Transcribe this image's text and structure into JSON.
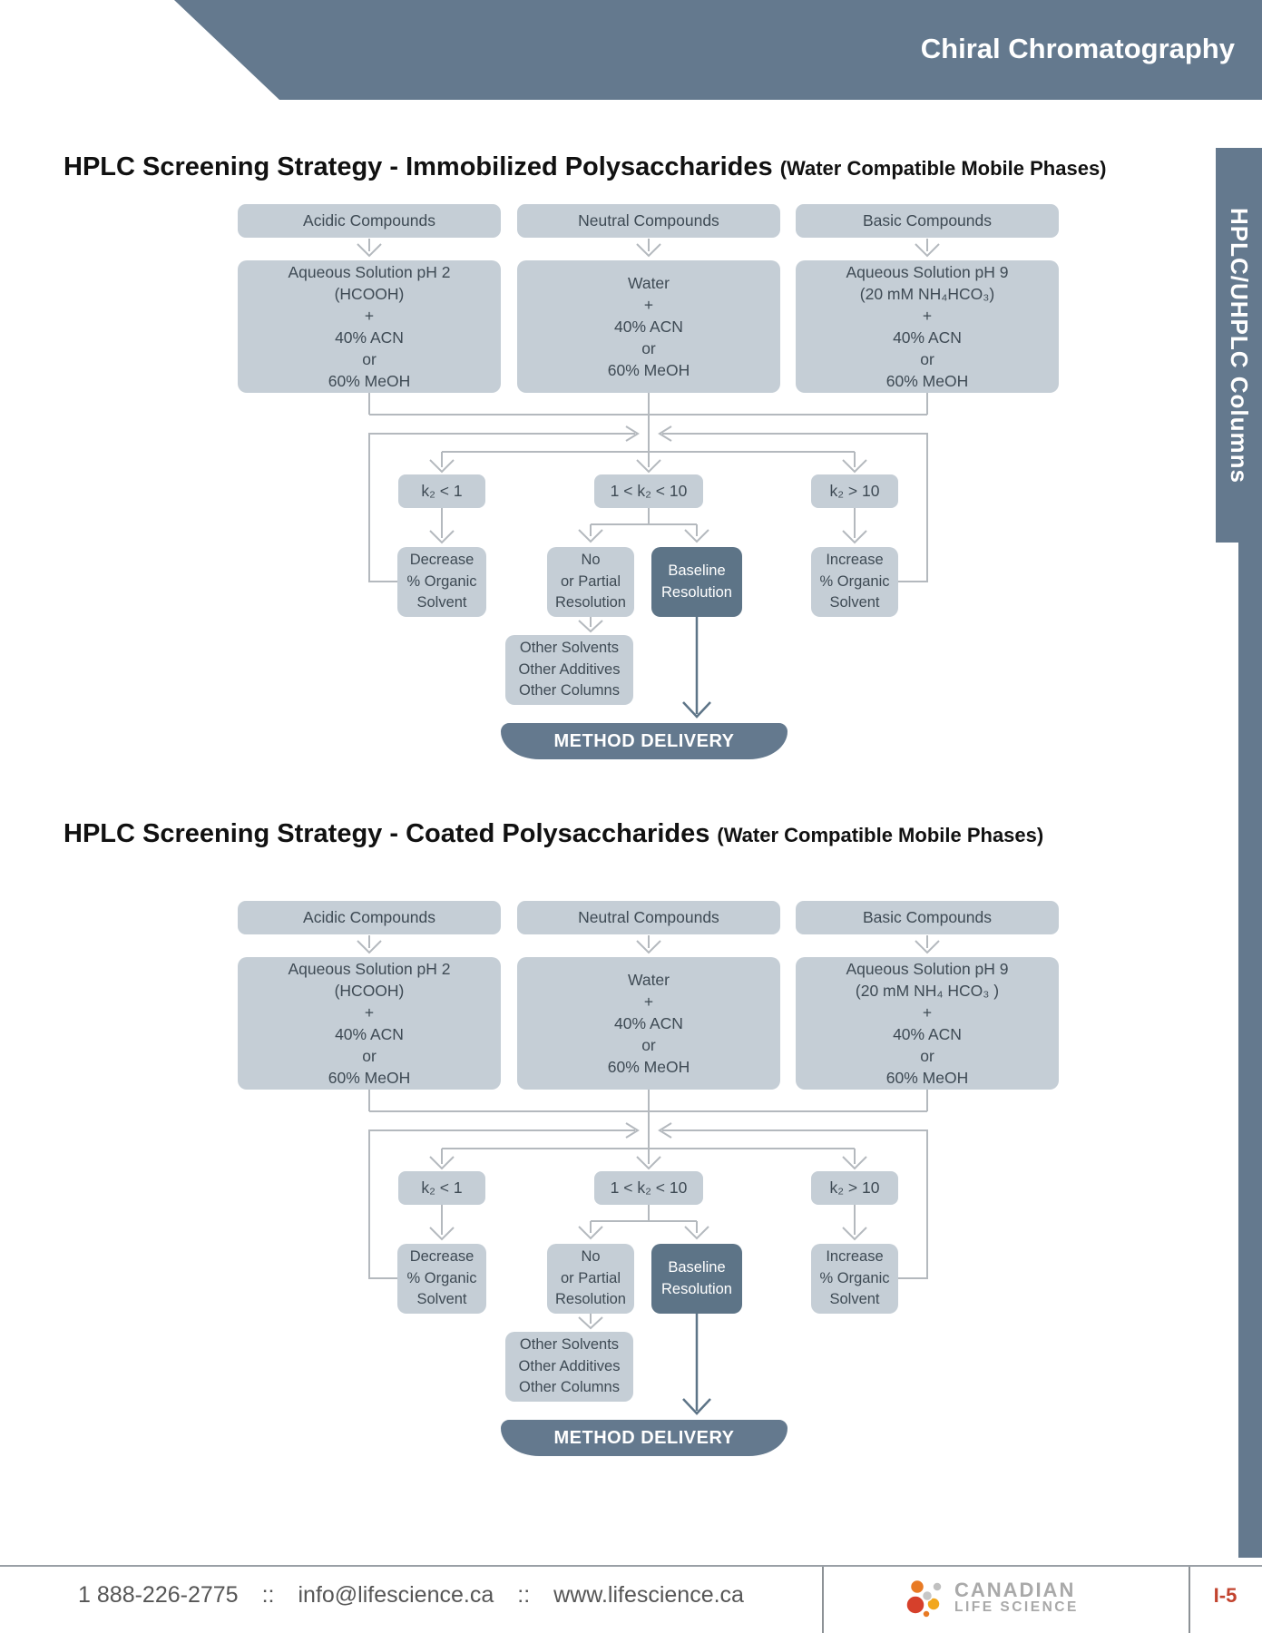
{
  "header": {
    "title": "Chiral Chromatography"
  },
  "side_tab": {
    "label": "HPLC/UHPLC Columns"
  },
  "colors": {
    "banner": "#64798e",
    "box_light": "#c5ced6",
    "box_dark": "#5d7487",
    "connector_line": "#b4b9be",
    "accent_red": "#c2432e"
  },
  "charts": [
    {
      "title": "HPLC Screening Strategy - Immobilized Polysaccharides",
      "subtitle": "(Water Compatible Mobile Phases)",
      "headers": [
        "Acidic Compounds",
        "Neutral Compounds",
        "Basic Compounds"
      ],
      "solutions": [
        "Aqueous Solution pH 2\n(HCOOH)\n+\n40% ACN\nor\n60% MeOH",
        "Water\n+\n40% ACN\nor\n60% MeOH",
        "Aqueous Solution pH 9\n(20 mM NH₄HCO₃)\n+\n40% ACN\nor\n60% MeOH"
      ],
      "k_tests": [
        "k₂ < 1",
        "1 < k₂ < 10",
        "k₂ > 10"
      ],
      "outcomes": {
        "decrease": "Decrease\n% Organic\nSolvent",
        "no_partial": "No\nor Partial\nResolution",
        "baseline": "Baseline\nResolution",
        "increase": "Increase\n% Organic\nSolvent"
      },
      "other": "Other Solvents\nOther Additives\nOther Columns",
      "method_delivery": "METHOD DELIVERY"
    },
    {
      "title": "HPLC Screening Strategy - Coated Polysaccharides",
      "subtitle": "(Water Compatible Mobile Phases)",
      "headers": [
        "Acidic Compounds",
        "Neutral Compounds",
        "Basic Compounds"
      ],
      "solutions": [
        "Aqueous Solution pH 2\n(HCOOH)\n+\n40% ACN\nor\n60% MeOH",
        "Water\n+\n40% ACN\nor\n60% MeOH",
        "Aqueous Solution pH 9\n(20 mM NH₄ HCO₃ )\n+\n40% ACN\nor\n60% MeOH"
      ],
      "k_tests": [
        "k₂ < 1",
        "1 < k₂ < 10",
        "k₂ > 10"
      ],
      "outcomes": {
        "decrease": "Decrease\n% Organic\nSolvent",
        "no_partial": "No\nor Partial\nResolution",
        "baseline": "Baseline\nResolution",
        "increase": "Increase\n% Organic\nSolvent"
      },
      "other": "Other Solvents\nOther Additives\nOther Columns",
      "method_delivery": "METHOD DELIVERY"
    }
  ],
  "footer": {
    "phone": "1 888-226-2775",
    "separator": "::",
    "email": "info@lifescience.ca",
    "website": "www.lifescience.ca",
    "brand_line1": "CANADIAN",
    "brand_line2": "LIFE SCIENCE",
    "page_number": "I-5"
  }
}
